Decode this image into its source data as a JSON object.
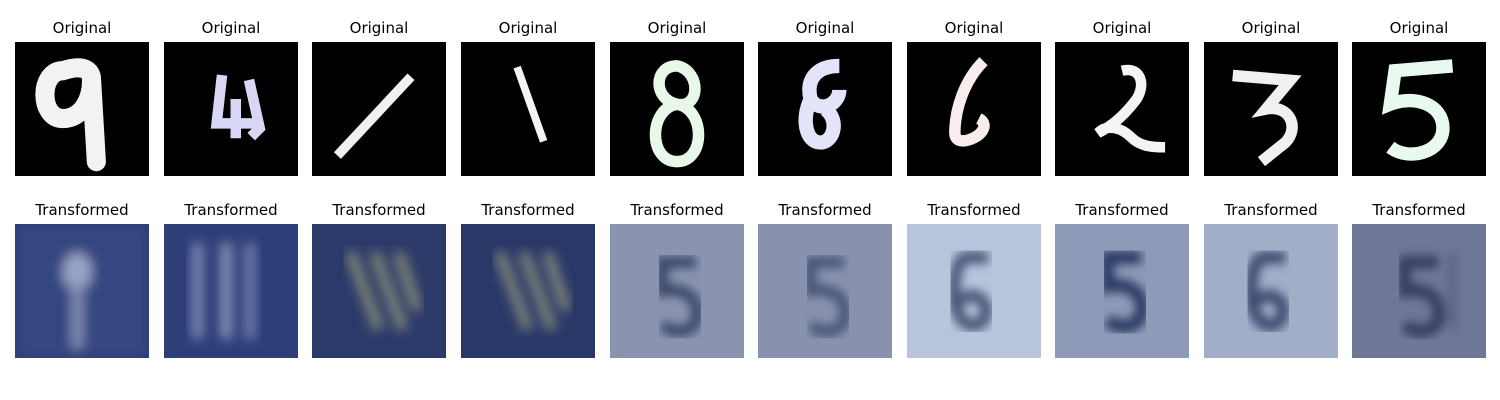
{
  "rows": [
    {
      "title": "Original",
      "panels": [
        "9",
        "4",
        "1",
        "1",
        "8",
        "8",
        "6",
        "2",
        "3",
        "5"
      ]
    },
    {
      "title": "Transformed",
      "panels": [
        "1",
        "1",
        "1",
        "1",
        "5",
        "5",
        "6",
        "5",
        "6",
        "5"
      ]
    }
  ],
  "colors": {
    "original_bg": "#000000",
    "page_bg": "#ffffff"
  }
}
